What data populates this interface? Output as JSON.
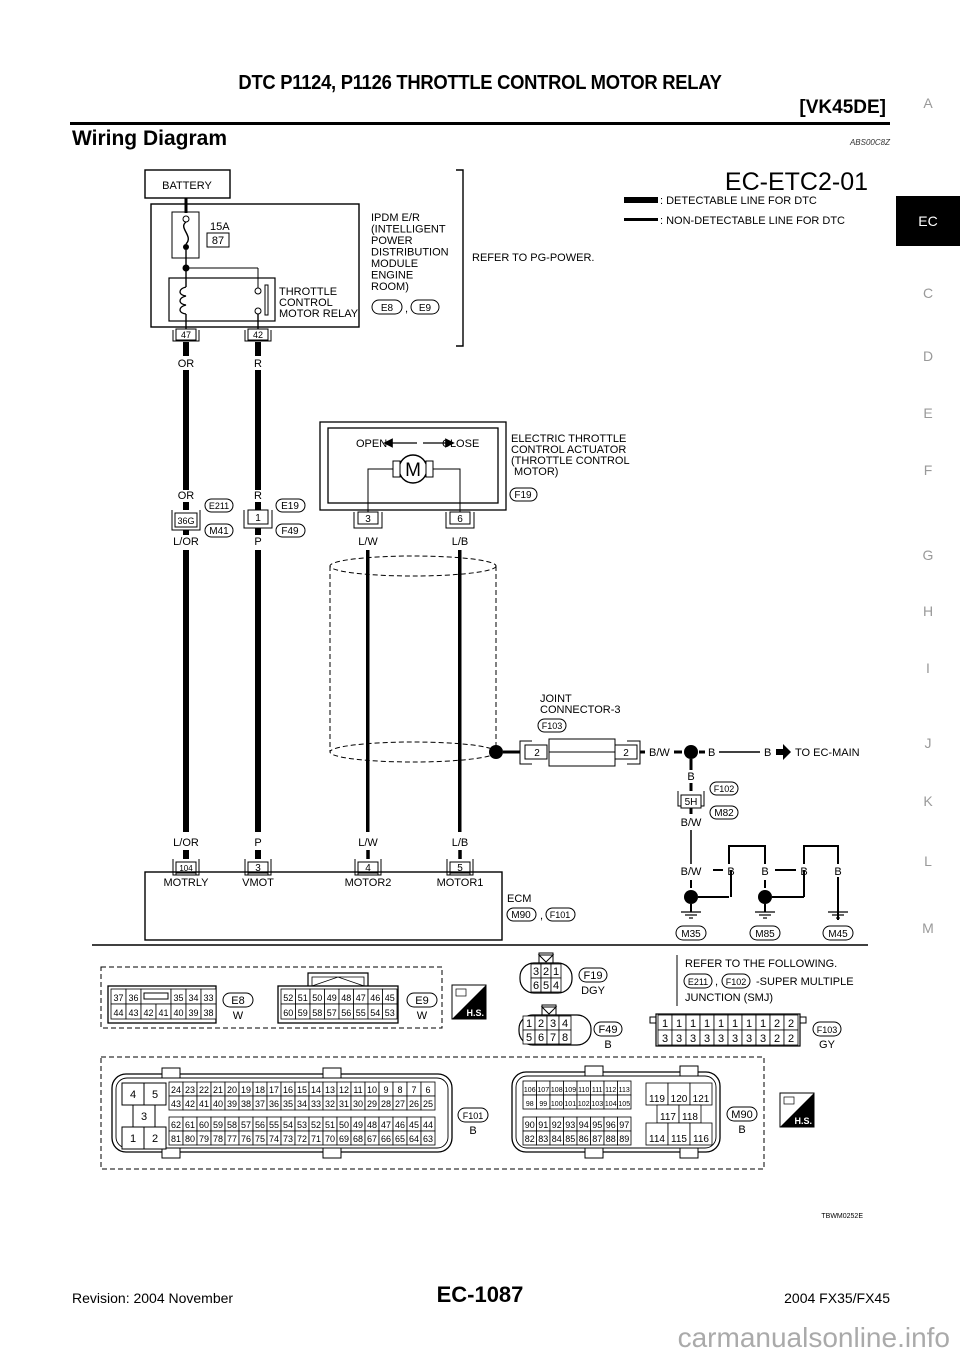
{
  "header": {
    "title": "DTC P1124, P1126 THROTTLE CONTROL MOTOR RELAY",
    "model": "[VK45DE]"
  },
  "section": {
    "title": "Wiring Diagram",
    "code": "ABS00C8Z"
  },
  "side_index": {
    "items": [
      "A",
      "EC",
      "C",
      "D",
      "E",
      "F",
      "G",
      "H",
      "I",
      "J",
      "K",
      "L",
      "M"
    ],
    "active": "EC"
  },
  "diagram": {
    "id": "EC-ETC2-01",
    "legend": {
      "detectable": ": DETECTABLE LINE FOR DTC",
      "non_detectable": ": NON-DETECTABLE LINE FOR DTC"
    },
    "battery": "BATTERY",
    "fuse": {
      "rating": "15A",
      "number": "87"
    },
    "ipdm": {
      "lines": [
        "IPDM E/R",
        "(INTELLIGENT",
        " POWER",
        " DISTRIBUTION",
        " MODULE",
        " ENGINE",
        " ROOM)"
      ],
      "connectors": [
        "E8",
        "E9"
      ]
    },
    "relay_label": [
      "THROTTLE",
      "CONTROL",
      "MOTOR RELAY"
    ],
    "refer_pg": "REFER TO PG-POWER.",
    "ipdm_terminals": [
      "47",
      "42"
    ],
    "wire_colors_top": [
      "OR",
      "R"
    ],
    "smj": {
      "upper_colors": [
        "OR",
        "R"
      ],
      "terminals": [
        "36G",
        "1"
      ],
      "connectors_upper": [
        "E211",
        "E19"
      ],
      "connectors_lower": [
        "M41",
        "F49"
      ],
      "lower_colors": [
        "L/OR",
        "P"
      ]
    },
    "actuator": {
      "open": "OPEN",
      "close": "CLOSE",
      "motor": "M",
      "lines": [
        "ELECTRIC THROTTLE",
        "CONTROL ACTUATOR",
        "(THROTTLE CONTROL",
        " MOTOR)"
      ],
      "connector": "F19",
      "terminals": [
        "3",
        "6"
      ],
      "colors": [
        "L/W",
        "L/B"
      ]
    },
    "joint": {
      "lines": [
        "JOINT",
        "CONNECTOR-3"
      ],
      "connector": "F103",
      "terminals": [
        "2",
        "2"
      ],
      "out_color": "B/W",
      "b1": "B",
      "b2": "B",
      "to": "TO EC-MAIN",
      "down_color": "B",
      "terminal_5h": "5H",
      "conn_upper": "F102",
      "conn_lower": "M82",
      "after_color": "B/W"
    },
    "ecm": {
      "label": "ECM",
      "connectors": [
        "M90",
        "F101"
      ],
      "terminals": [
        {
          "num": "104",
          "name": "MOTRLY",
          "color": "L/OR"
        },
        {
          "num": "3",
          "name": "VMOT",
          "color": "P"
        },
        {
          "num": "4",
          "name": "MOTOR2",
          "color": "L/W"
        },
        {
          "num": "5",
          "name": "MOTOR1",
          "color": "L/B"
        }
      ]
    },
    "grounds": {
      "colors": [
        "B/W",
        "B",
        "B",
        "B",
        "B"
      ],
      "labels": [
        "M35",
        "M85",
        "M45"
      ]
    },
    "connector_views": {
      "e8": {
        "id": "E8",
        "color": "W",
        "top": [
          "37",
          "36",
          "",
          "35",
          "34",
          "33"
        ],
        "bottom": [
          "44",
          "43",
          "42",
          "41",
          "40",
          "39",
          "38"
        ]
      },
      "e9": {
        "id": "E9",
        "color": "W",
        "top": [
          "52",
          "51",
          "50",
          "49",
          "48",
          "47",
          "46",
          "45"
        ],
        "bottom": [
          "60",
          "59",
          "58",
          "57",
          "56",
          "55",
          "54",
          "53"
        ]
      },
      "f19": {
        "id": "F19",
        "color": "DGY",
        "top": [
          "3",
          "2",
          "1"
        ],
        "bottom": [
          "6",
          "5",
          "4"
        ]
      },
      "f49": {
        "id": "F49",
        "color": "B",
        "top": [
          "1",
          "2",
          "3",
          "4"
        ],
        "bottom": [
          "5",
          "6",
          "7",
          "8"
        ]
      },
      "f103": {
        "id": "F103",
        "color": "GY",
        "top": [
          "1",
          "1",
          "1",
          "1",
          "1",
          "1",
          "1",
          "1",
          "2",
          "2"
        ],
        "bottom": [
          "3",
          "3",
          "3",
          "3",
          "3",
          "3",
          "3",
          "3",
          "2",
          "2"
        ]
      },
      "f101": {
        "id": "F101",
        "color": "B",
        "left": [
          "4",
          "5",
          "3",
          "1",
          "2"
        ],
        "r1": [
          "24",
          "23",
          "22",
          "21",
          "20",
          "19",
          "18",
          "17",
          "16",
          "15",
          "14",
          "13",
          "12",
          "11",
          "10",
          "9",
          "8",
          "7",
          "6"
        ],
        "r2": [
          "43",
          "42",
          "41",
          "40",
          "39",
          "38",
          "37",
          "36",
          "35",
          "34",
          "33",
          "32",
          "31",
          "30",
          "29",
          "28",
          "27",
          "26",
          "25"
        ],
        "r3": [
          "62",
          "61",
          "60",
          "59",
          "58",
          "57",
          "56",
          "55",
          "54",
          "53",
          "52",
          "51",
          "50",
          "49",
          "48",
          "47",
          "46",
          "45",
          "44"
        ],
        "r4": [
          "81",
          "80",
          "79",
          "78",
          "77",
          "76",
          "75",
          "74",
          "73",
          "72",
          "71",
          "70",
          "69",
          "68",
          "67",
          "66",
          "65",
          "64",
          "63"
        ]
      },
      "m90": {
        "id": "M90",
        "color": "B",
        "r1": [
          "106",
          "107",
          "108",
          "109",
          "110",
          "111",
          "112",
          "113"
        ],
        "r2": [
          "98",
          "99",
          "100",
          "101",
          "102",
          "103",
          "104",
          "105"
        ],
        "r3": [
          "90",
          "91",
          "92",
          "93",
          "94",
          "95",
          "96",
          "97"
        ],
        "r4": [
          "82",
          "83",
          "84",
          "85",
          "86",
          "87",
          "88",
          "89"
        ],
        "right_top": [
          "119",
          "120",
          "121"
        ],
        "right_mid": [
          "117",
          "118"
        ],
        "right_bot": [
          "114",
          "115",
          "116"
        ]
      }
    },
    "refer_following": {
      "line1": "REFER TO THE FOLLOWING.",
      "connectors": [
        "E211",
        "F102"
      ],
      "line2": "-SUPER MULTIPLE",
      "line3": "JUNCTION (SMJ)"
    },
    "hs_label": "H.S.",
    "figure_code": "TBWM0252E"
  },
  "footer": {
    "revision": "Revision: 2004 November",
    "page": "EC-1087",
    "model": "2004 FX35/FX45",
    "watermark": "carmanualsonline.info"
  }
}
